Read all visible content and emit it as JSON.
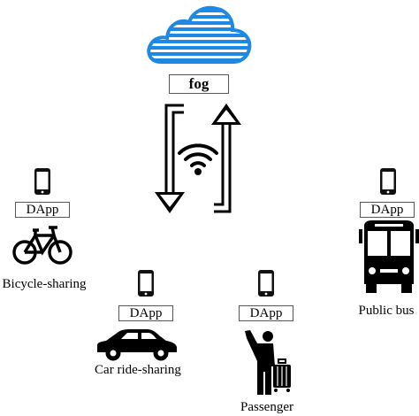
{
  "cloud": {
    "label": "fog",
    "color": "#1e88e5"
  },
  "sync_icon": {
    "name": "sync-arrows-wifi-icon"
  },
  "nodes": [
    {
      "id": "bicycle",
      "label": "DApp",
      "caption": "Bicycle-sharing",
      "icon": "bicycle-icon"
    },
    {
      "id": "car",
      "label": "DApp",
      "caption": "Car ride-sharing",
      "icon": "car-icon"
    },
    {
      "id": "passenger",
      "label": "DApp",
      "caption": "Passenger",
      "icon": "passenger-icon"
    },
    {
      "id": "bus",
      "label": "DApp",
      "caption": "Public bus",
      "icon": "bus-icon"
    }
  ]
}
